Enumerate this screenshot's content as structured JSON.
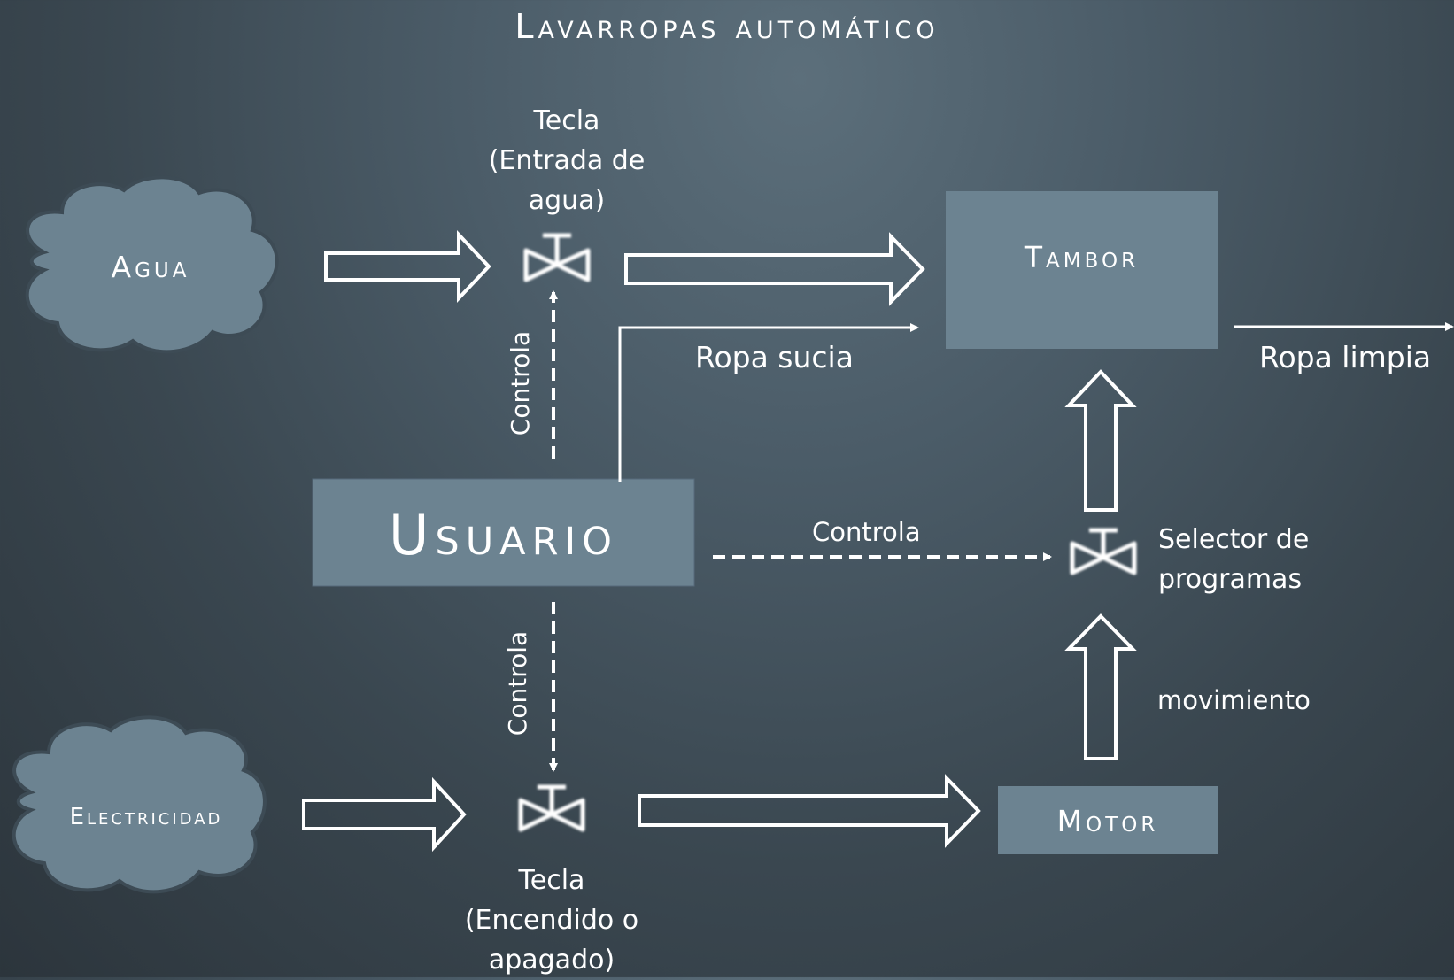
{
  "title": "Lavarropas automático",
  "nodes": {
    "agua": "Agua",
    "electricidad": "Electricidad",
    "usuario": "Usuario",
    "tambor": "Tambor",
    "motor": "Motor"
  },
  "labels": {
    "tecla_agua": [
      "Tecla",
      "(Entrada de",
      "agua)"
    ],
    "tecla_energia": [
      "Tecla",
      "(Encendido o",
      "apagado)"
    ],
    "selector": [
      "Selector de",
      "programas"
    ],
    "ropa_sucia": "Ropa sucia",
    "ropa_limpia": "Ropa limpia",
    "movimiento": "movimiento",
    "controla_up": "Controla",
    "controla_right": "Controla",
    "controla_down": "Controla"
  },
  "colors": {
    "box_fill": "#6c8391",
    "cloud_fill": "#6c8391",
    "cloud_stroke": "#3d4b55",
    "arrow_stroke": "#ffffff"
  },
  "icons": {
    "valve_agua": "valve-icon",
    "valve_energia": "valve-icon",
    "valve_selector": "valve-icon"
  }
}
